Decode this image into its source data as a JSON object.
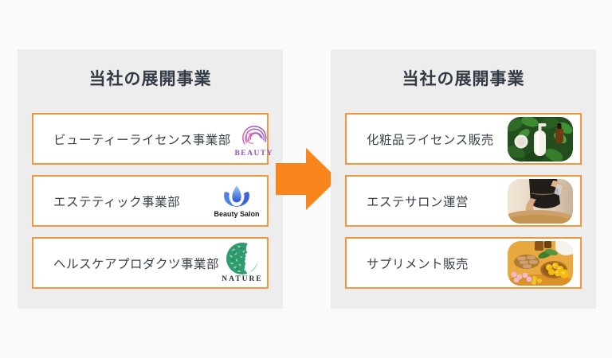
{
  "before_panel": {
    "title": "当社の展開事業",
    "items": [
      {
        "label": "ビューティーライセンス事業部",
        "brand": "BEAUTY"
      },
      {
        "label": "エステティック事業部",
        "brand": "Beauty Salon"
      },
      {
        "label": "ヘルスケアプロダクツ事業部",
        "brand": "NATURE"
      }
    ]
  },
  "after_panel": {
    "title": "当社の展開事業",
    "items": [
      {
        "label": "化粧品ライセンス販売",
        "image": "cosmetics-bottles-on-green-leaves"
      },
      {
        "label": "エステサロン運営",
        "image": "esthetician-giving-massage"
      },
      {
        "label": "サプリメント販売",
        "image": "supplement-capsules-and-pills"
      }
    ]
  },
  "arrow": {
    "direction": "right",
    "color": "#f8861d"
  },
  "colors": {
    "page_bg": "#fafafa",
    "panel_bg": "#ededed",
    "box_bg": "#ffffff",
    "box_border": "#f4973c",
    "title_text": "#333a45",
    "label_text": "#3c424b"
  }
}
